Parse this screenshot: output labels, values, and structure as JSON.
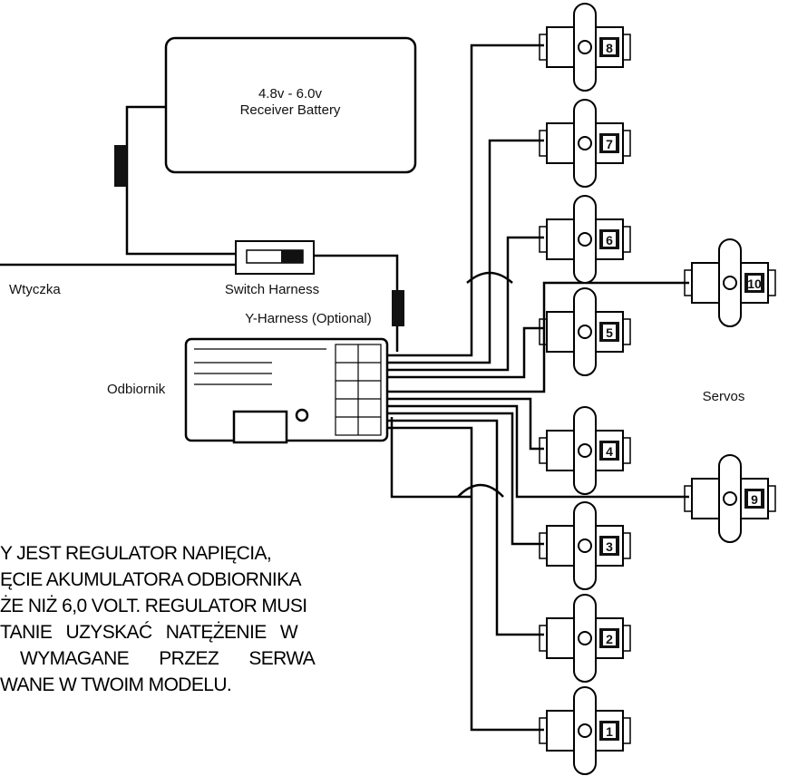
{
  "labels": {
    "battery_line1": "4.8v - 6.0v",
    "battery_line2": "Receiver Battery",
    "switch_harness": "Switch Harness",
    "y_harness": "Y-Harness (Optional)",
    "plug": "Wtyczka",
    "receiver": "Odbiornik",
    "servos": "Servos"
  },
  "servo_numbers": [
    "8",
    "7",
    "6",
    "5",
    "4",
    "3",
    "2",
    "1",
    "10",
    "9"
  ],
  "note_lines": [
    "Y JEST REGULATOR NAPIĘCIA,",
    "ĘCIE AKUMULATORA ODBIORNIKA",
    "ŻE NIŻ 6,0 VOLT. REGULATOR MUSI",
    "TANIE UZYSKAĆ NATĘŻENIE W",
    "WYMAGANE PRZEZ SERWA",
    "WANE W TWOIM MODELU."
  ]
}
